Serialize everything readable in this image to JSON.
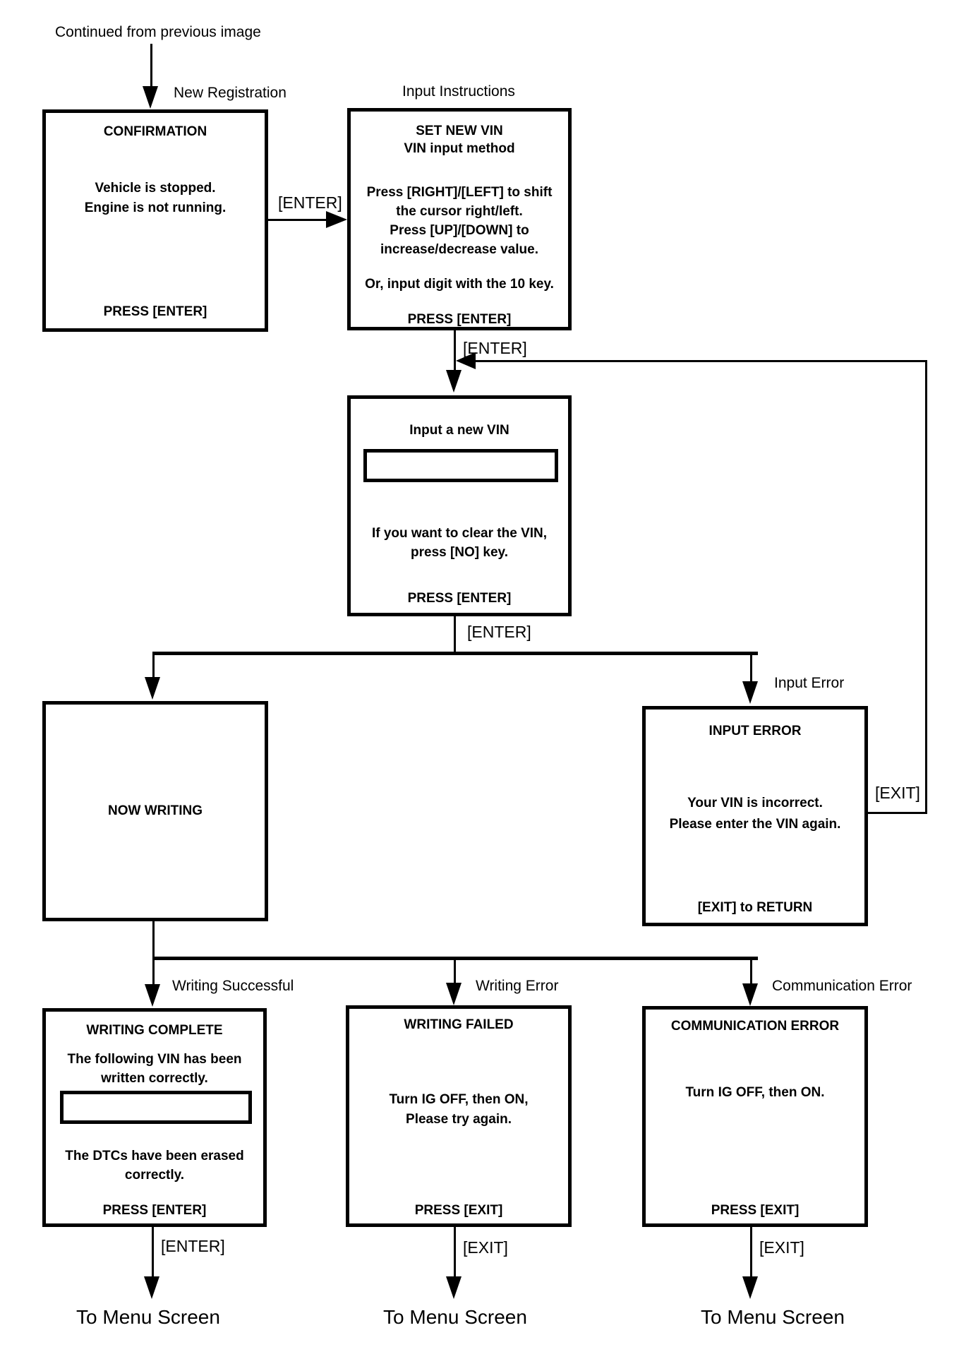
{
  "labels": {
    "continued": "Continued from previous image",
    "new_registration": "New Registration",
    "input_instructions": "Input Instructions",
    "enter_confirm": "[ENTER]",
    "enter_setvin": "[ENTER]",
    "enter_inputvin": "[ENTER]",
    "input_error": "Input Error",
    "exit_loop": "[EXIT]",
    "writing_successful": "Writing Successful",
    "writing_error": "Writing Error",
    "communication_error": "Communication Error",
    "enter_bottom_left": "[ENTER]",
    "exit_bottom_mid": "[EXIT]",
    "exit_bottom_right": "[EXIT]",
    "to_menu_left": "To Menu Screen",
    "to_menu_mid": "To Menu Screen",
    "to_menu_right": "To Menu Screen"
  },
  "boxes": {
    "confirmation": {
      "title": "CONFIRMATION",
      "line1": "Vehicle is stopped.",
      "line2": "Engine is not running.",
      "footer": "PRESS [ENTER]"
    },
    "set_new_vin": {
      "title1": "SET NEW VIN",
      "title2": "VIN input method",
      "line1": "Press [RIGHT]/[LEFT] to shift",
      "line2": "the cursor right/left.",
      "line3": "Press [UP]/[DOWN] to",
      "line4": "increase/decrease value.",
      "line5": "Or, input digit with the 10 key.",
      "footer": "PRESS [ENTER]"
    },
    "input_new_vin": {
      "title": "Input a new VIN",
      "field_value": "",
      "line1": "If you want to clear the VIN,",
      "line2": "press [NO] key.",
      "footer": "PRESS [ENTER]"
    },
    "now_writing": {
      "title": "NOW WRITING"
    },
    "input_error": {
      "title": "INPUT ERROR",
      "line1": "Your VIN is incorrect.",
      "line2": "Please enter the VIN again.",
      "footer": "[EXIT] to RETURN"
    },
    "writing_complete": {
      "title": "WRITING COMPLETE",
      "line1": "The following VIN has been",
      "line2": "written correctly.",
      "field_value": "",
      "line3": "The DTCs have been erased",
      "line4": "correctly.",
      "footer": "PRESS [ENTER]"
    },
    "writing_failed": {
      "title": "WRITING FAILED",
      "line1": "Turn IG OFF, then ON,",
      "line2": "Please try again.",
      "footer": "PRESS [EXIT]"
    },
    "communication_error": {
      "title": "COMMUNICATION ERROR",
      "line1": "Turn IG OFF, then ON.",
      "footer": "PRESS [EXIT]"
    }
  },
  "colors": {
    "line": "#000000",
    "background": "#ffffff",
    "text": "#000000"
  }
}
